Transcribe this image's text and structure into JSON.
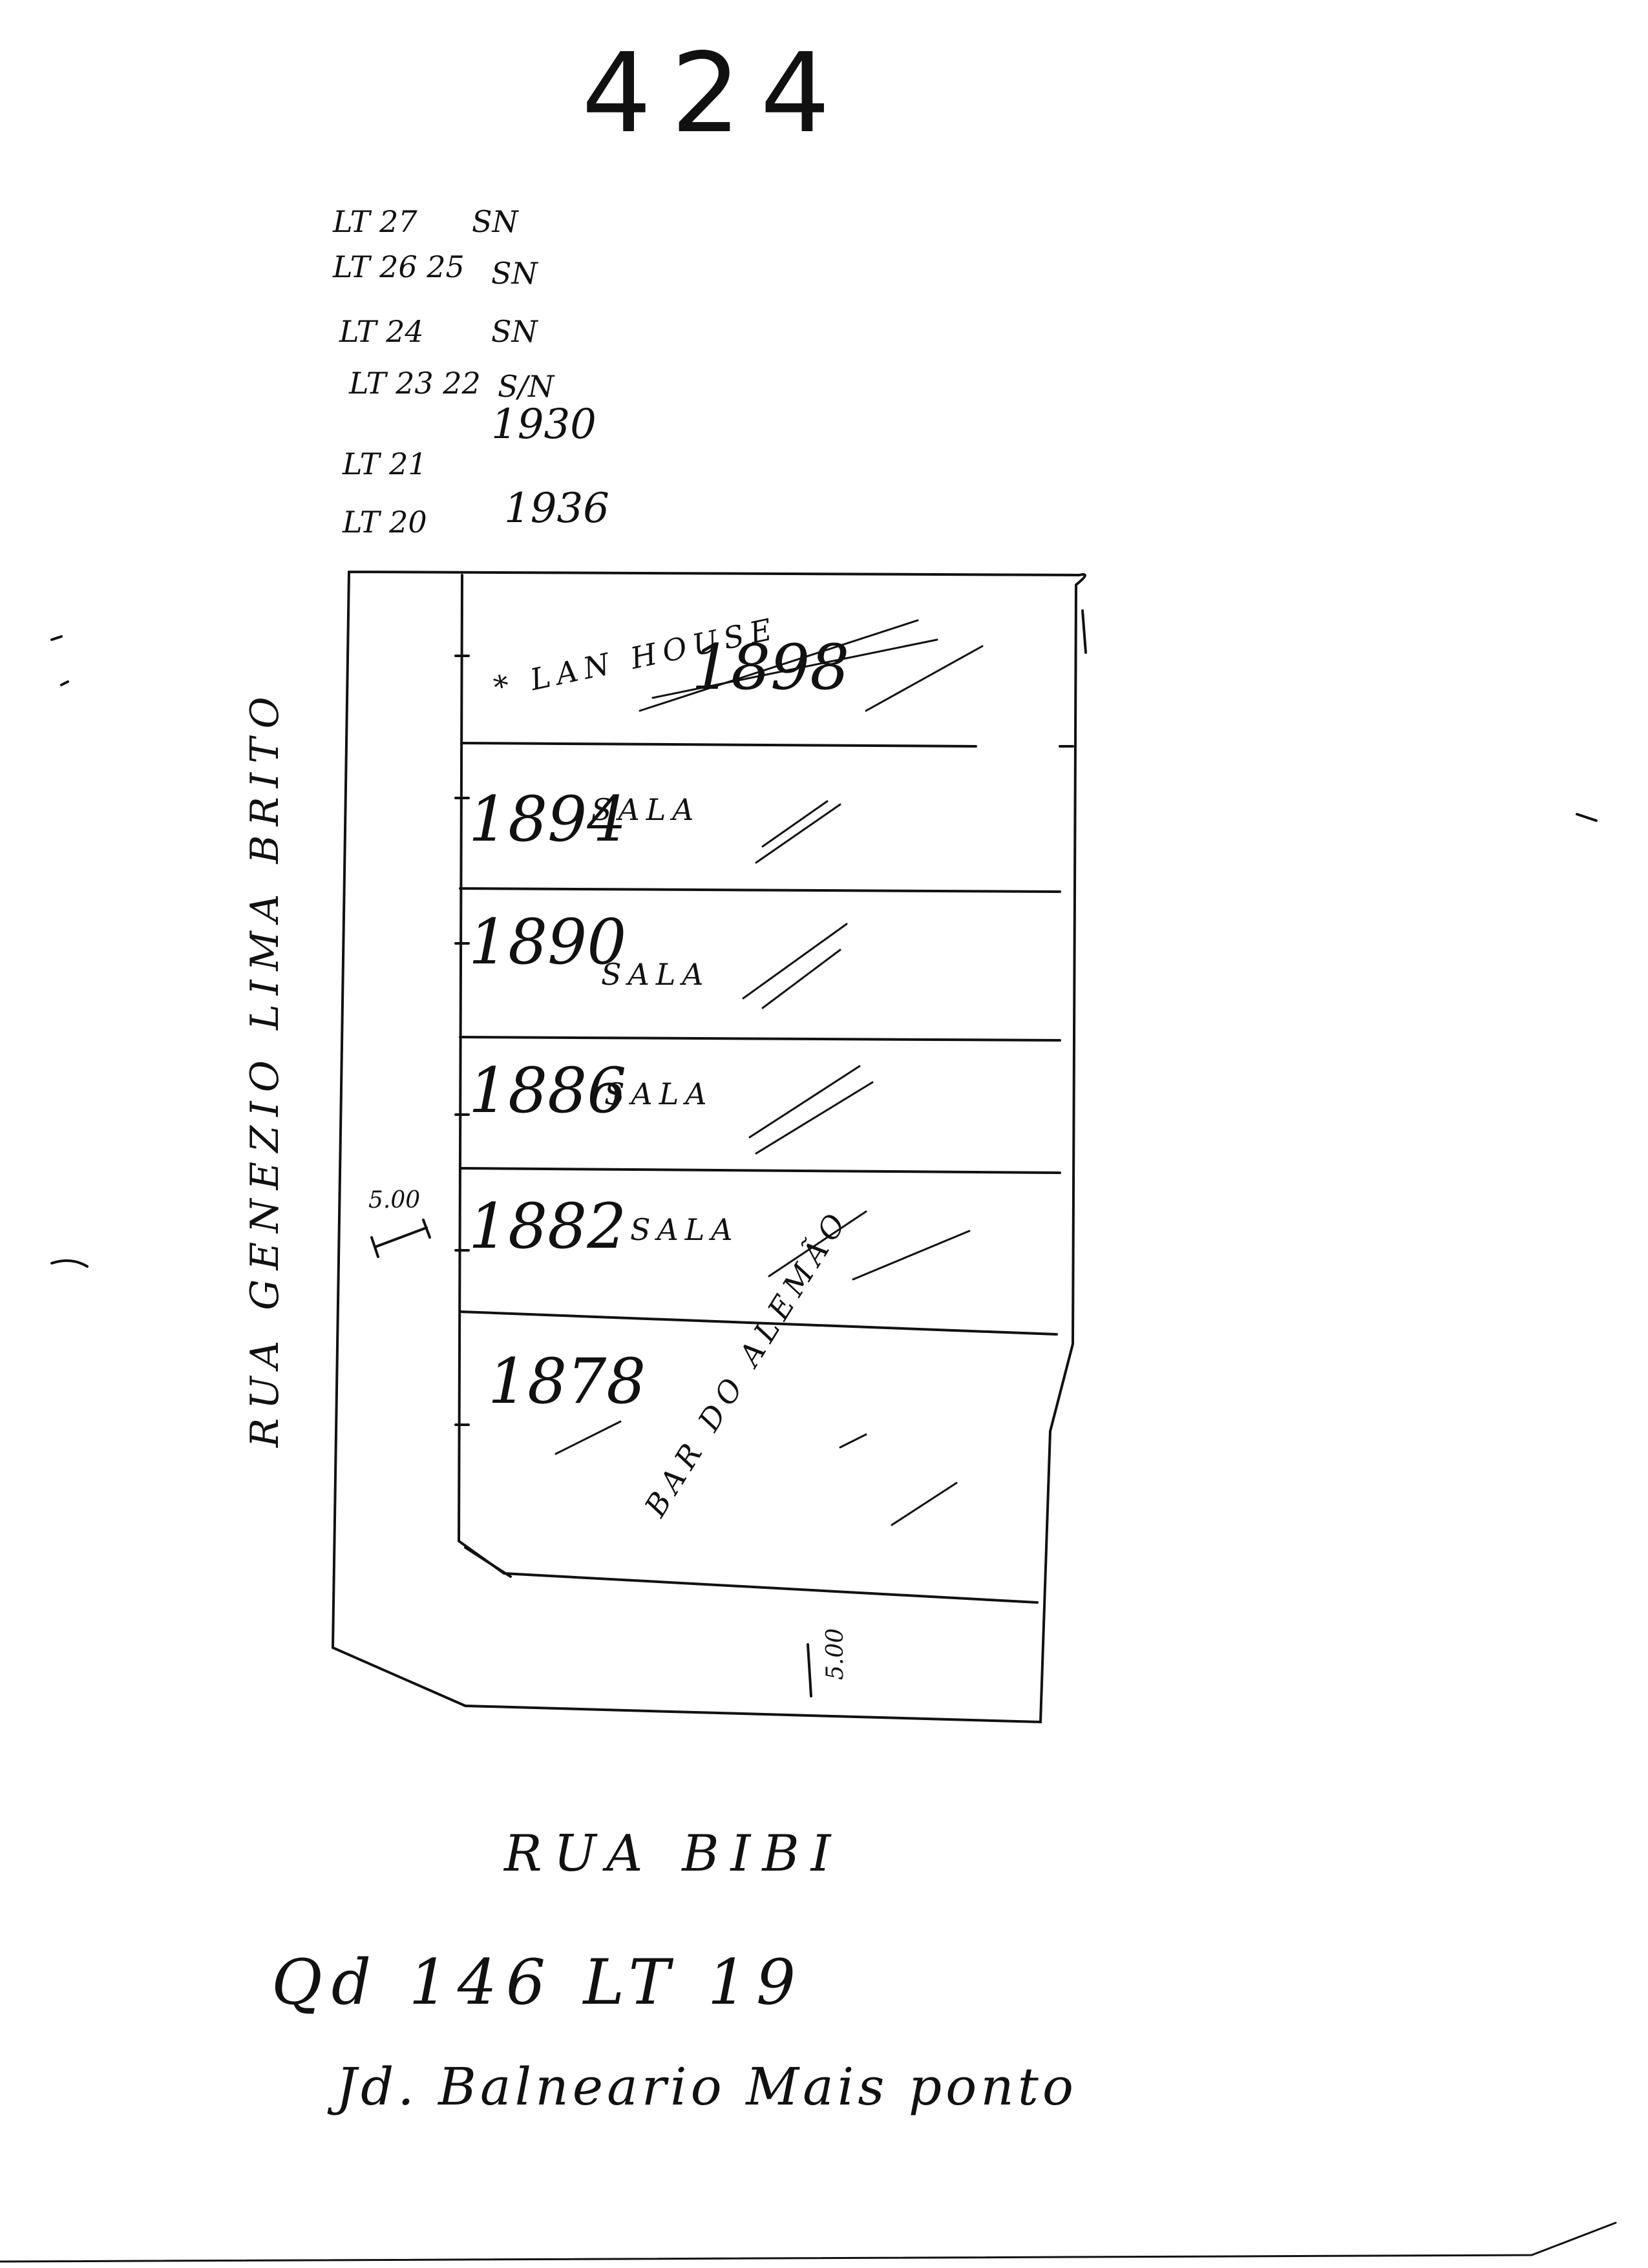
{
  "page_number": "424",
  "lots": [
    {
      "lot": "LT 27",
      "number": "SN"
    },
    {
      "lot": "LT 26 25",
      "number": "SN"
    },
    {
      "lot": "LT 24",
      "number": "SN"
    },
    {
      "lot": "LT 23 22",
      "number": "S/N"
    },
    {
      "lot": "LT 21",
      "number": "1930"
    },
    {
      "lot": "LT 20",
      "number": "1936"
    }
  ],
  "units": [
    {
      "number": "1898",
      "label": "* LAN HOUSE"
    },
    {
      "number": "1894",
      "label": "SALA"
    },
    {
      "number": "1890",
      "label": "SALA"
    },
    {
      "number": "1886",
      "label": "SALA"
    },
    {
      "number": "1882",
      "label": "SALA"
    },
    {
      "number": "1878",
      "label": "BAR DO ALEMÃO"
    }
  ],
  "dimensions": {
    "side": "5.00",
    "bottom": "5.00"
  },
  "streets": {
    "side": "RUA GENEZIO LIMA BRITO",
    "bottom": "RUA BIBI"
  },
  "block": "Qd 146 LT 19",
  "district": "Jd. Balneario Mais ponto"
}
